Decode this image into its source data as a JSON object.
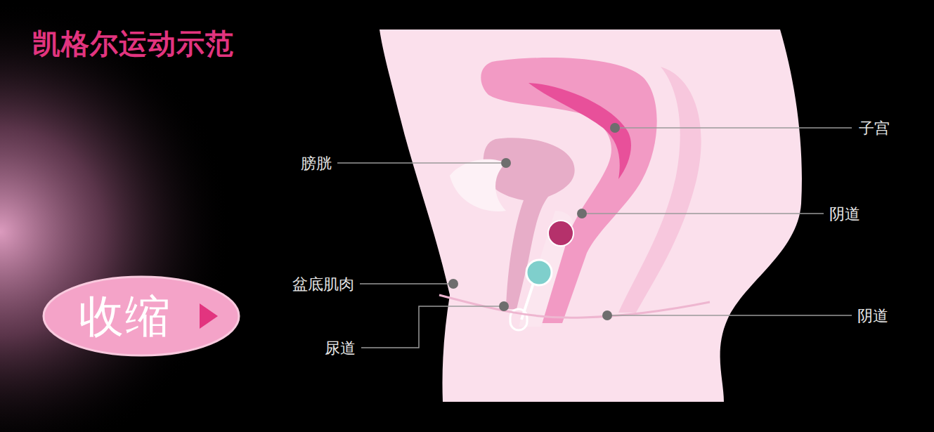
{
  "diagram": {
    "title": "凯格尔运动示范",
    "nodes": [
      {
        "text": [
          "收缩"
        ]
      }
    ],
    "labels": [
      "子宫",
      "膀胱",
      "阴道",
      "盆底肌肉",
      "阴道",
      "尿道"
    ]
  }
}
